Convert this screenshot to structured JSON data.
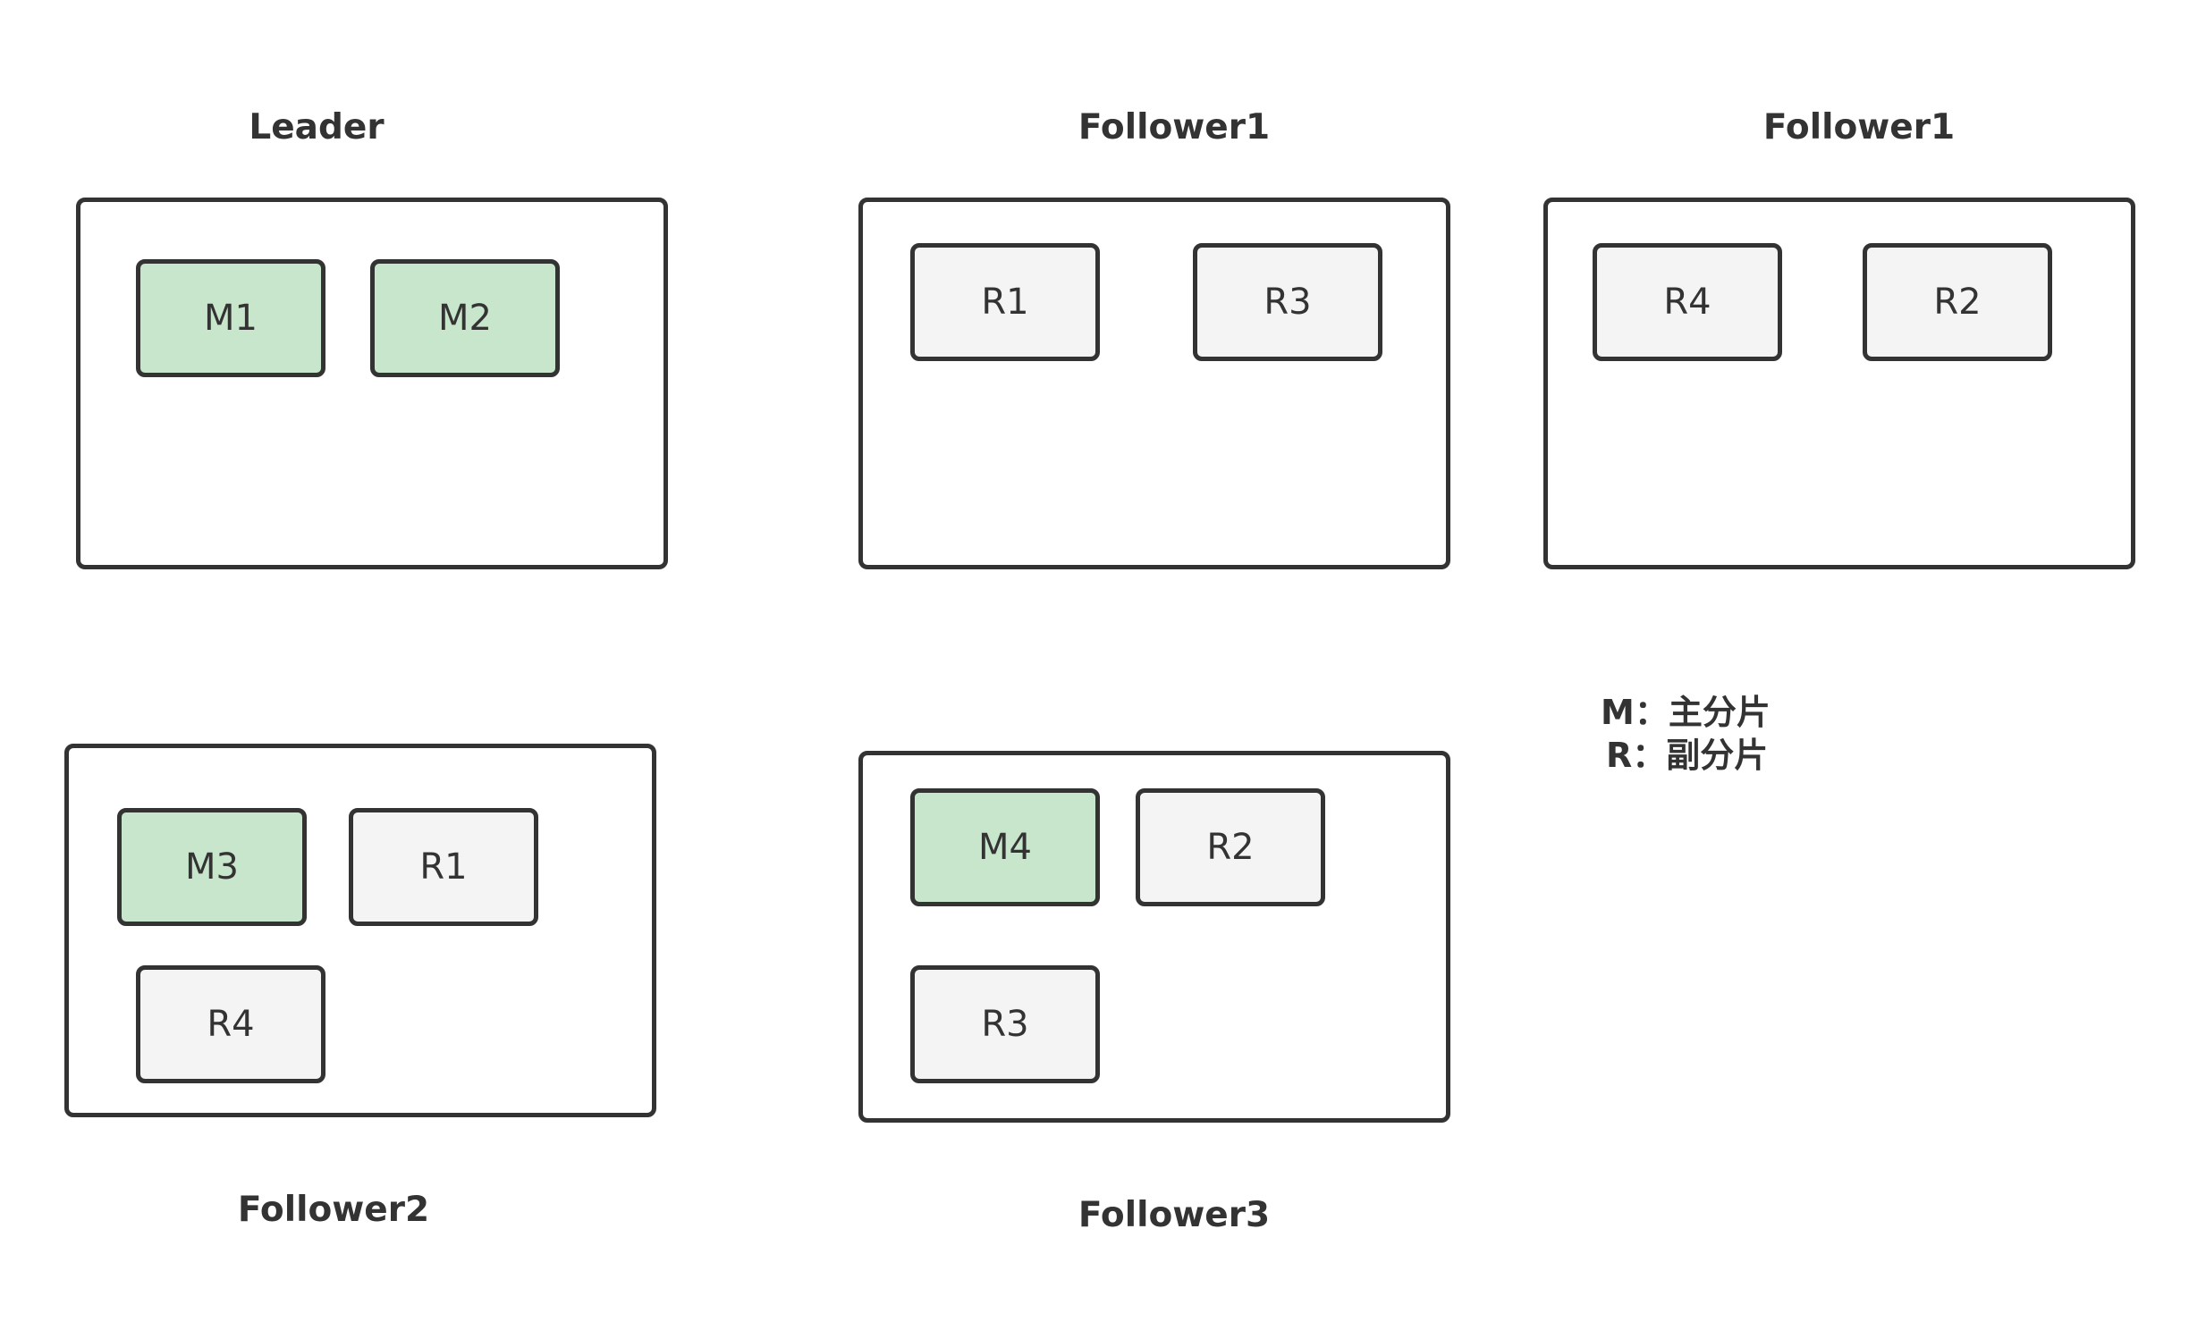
{
  "colors": {
    "primary_shard_fill": "#c8e6cb",
    "replica_shard_fill": "#f4f4f4",
    "stroke": "#333333"
  },
  "nodes": [
    {
      "id": "leader",
      "title": "Leader",
      "shards": [
        {
          "label": "M1",
          "kind": "primary"
        },
        {
          "label": "M2",
          "kind": "primary"
        }
      ]
    },
    {
      "id": "follower1a",
      "title": "Follower1",
      "shards": [
        {
          "label": "R1",
          "kind": "replica"
        },
        {
          "label": "R3",
          "kind": "replica"
        }
      ]
    },
    {
      "id": "follower1b",
      "title": "Follower1",
      "shards": [
        {
          "label": "R4",
          "kind": "replica"
        },
        {
          "label": "R2",
          "kind": "replica"
        }
      ]
    },
    {
      "id": "follower2",
      "title": "Follower2",
      "shards": [
        {
          "label": "M3",
          "kind": "primary"
        },
        {
          "label": "R1",
          "kind": "replica"
        },
        {
          "label": "R4",
          "kind": "replica"
        }
      ]
    },
    {
      "id": "follower3",
      "title": "Follower3",
      "shards": [
        {
          "label": "M4",
          "kind": "primary"
        },
        {
          "label": "R2",
          "kind": "replica"
        },
        {
          "label": "R3",
          "kind": "replica"
        }
      ]
    }
  ],
  "legend": {
    "primary": "M：主分片",
    "replica": "R：副分片"
  }
}
